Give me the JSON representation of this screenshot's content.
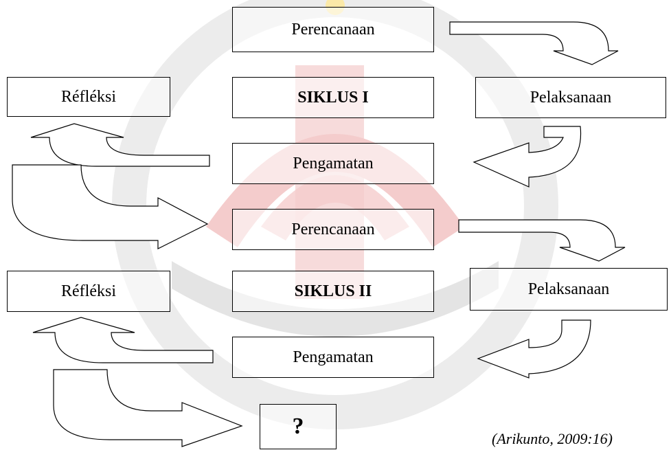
{
  "cycle1": {
    "planning": "Perencanaan",
    "cycle_label": "SIKLUS I",
    "reflection": "Réfléksi",
    "action": "Pelaksanaan",
    "observation": "Pengamatan"
  },
  "cycle2": {
    "planning": "Perencanaan",
    "cycle_label": "SIKLUS II",
    "reflection": "Réfléksi",
    "action": "Pelaksanaan",
    "observation": "Pengamatan"
  },
  "next_step": "?",
  "citation": "(Arikunto, 2009:16)",
  "colors": {
    "box_border": "#000000",
    "arrow_stroke": "#000000",
    "arrow_fill": "#ffffff",
    "watermark_red": "#f4cccc",
    "watermark_gray": "#e2e2e2"
  }
}
